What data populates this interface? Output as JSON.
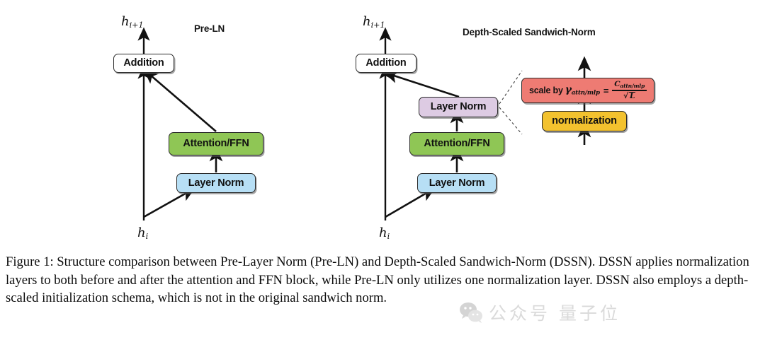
{
  "figure": {
    "panels": [
      {
        "id": "pre-ln",
        "title": "Pre-LN",
        "output_label": "h",
        "output_sub": "i+1",
        "input_label": "h",
        "input_sub": "i",
        "nodes": [
          {
            "id": "addition",
            "label": "Addition",
            "color": "#ffffff"
          },
          {
            "id": "attention-ffn",
            "label": "Attention/FFN",
            "color": "#8fc655"
          },
          {
            "id": "layer-norm-pre",
            "label": "Layer Norm",
            "color": "#b7dff5"
          }
        ]
      },
      {
        "id": "dssn",
        "title": "Depth-Scaled Sandwich-Norm",
        "output_label": "h",
        "output_sub": "i+1",
        "input_label": "h",
        "input_sub": "i",
        "nodes": [
          {
            "id": "addition",
            "label": "Addition",
            "color": "#ffffff"
          },
          {
            "id": "layer-norm-post",
            "label": "Layer Norm",
            "color": "#ddcbe3"
          },
          {
            "id": "attention-ffn",
            "label": "Attention/FFN",
            "color": "#8fc655"
          },
          {
            "id": "layer-norm-pre",
            "label": "Layer Norm",
            "color": "#b7dff5"
          }
        ]
      }
    ],
    "callout": {
      "scale_box": {
        "prefix": "scale by",
        "gamma": "γ",
        "gamma_sub": "attn/mlp",
        "equals": "=",
        "numerator": "C",
        "numerator_sub": "attn/mlp",
        "denominator_radical": "√",
        "denominator": "L",
        "color": "#ee7b73"
      },
      "normalization_box": {
        "label": "normalization",
        "color": "#f3c22e"
      }
    }
  },
  "caption": {
    "text": "Figure 1: Structure comparison between Pre-Layer Norm (Pre-LN) and Depth-Scaled Sandwich-Norm (DSSN). DSSN applies normalization layers to both before and after the attention and FFN block, while Pre-LN only utilizes one normalization layer. DSSN also employs a depth-scaled initialization schema, which is not in the original sandwich norm."
  },
  "watermark": {
    "text": "公众号 量子位"
  }
}
